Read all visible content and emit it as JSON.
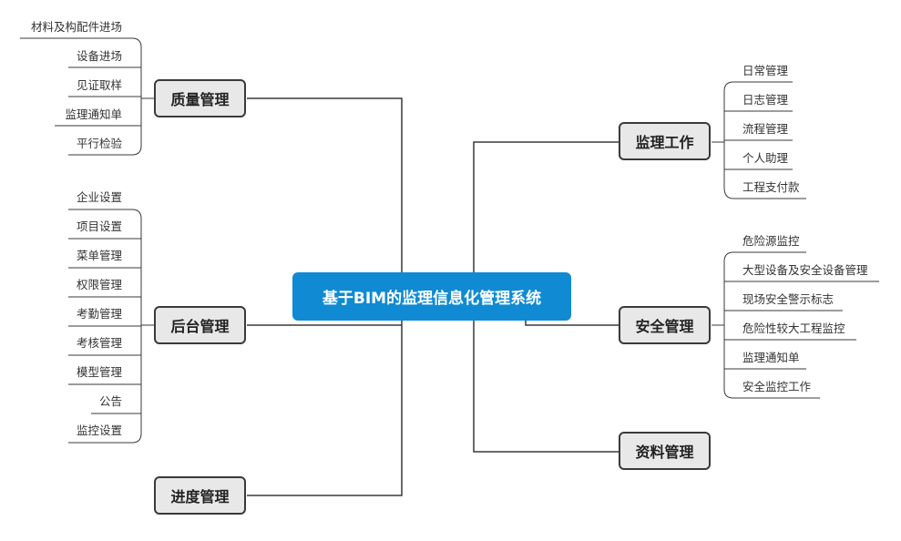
{
  "center": {
    "title": "基于BIM的监理信息化管理系统"
  },
  "colors": {
    "center_fill": "#0f8ad3",
    "topic_fill": "#e8e8e8",
    "line": "#3a3a3a"
  },
  "branches": {
    "quality": {
      "label": "质量管理",
      "items": [
        "材料及构配件进场",
        "设备进场",
        "见证取样",
        "监理通知单",
        "平行检验"
      ]
    },
    "backend": {
      "label": "后台管理",
      "items": [
        "企业设置",
        "项目设置",
        "菜单管理",
        "权限管理",
        "考勤管理",
        "考核管理",
        "模型管理",
        "公告",
        "监控设置"
      ]
    },
    "progress": {
      "label": "进度管理"
    },
    "supervision": {
      "label": "监理工作",
      "items": [
        "日常管理",
        "日志管理",
        "流程管理",
        "个人助理",
        "工程支付款"
      ]
    },
    "safety": {
      "label": "安全管理",
      "items": [
        "危险源监控",
        "大型设备及安全设备管理",
        "现场安全警示标志",
        "危险性较大工程监控",
        "监理通知单",
        "安全监控工作"
      ]
    },
    "docs": {
      "label": "资料管理"
    }
  }
}
